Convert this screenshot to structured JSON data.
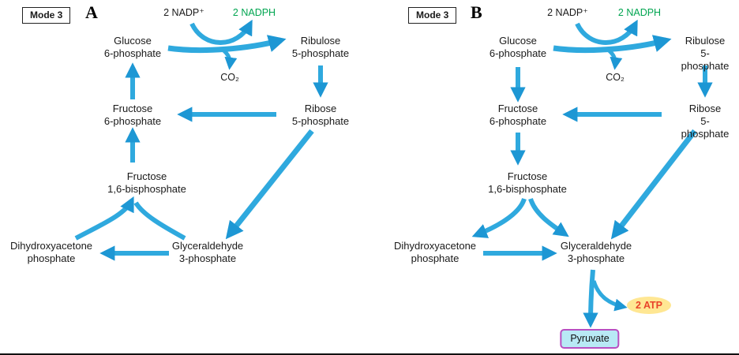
{
  "figure": {
    "panels": [
      {
        "id": "A",
        "mode_label": "Mode 3",
        "panel_letter": "A"
      },
      {
        "id": "B",
        "mode_label": "Mode 3",
        "panel_letter": "B"
      }
    ]
  },
  "labels": {
    "nadp": "2 NADP⁺",
    "nadph": "2 NADPH",
    "co2": "CO₂",
    "atp": "2 ATP",
    "g6p": "Glucose\n6-phosphate",
    "ru5p": "Ribulose\n5-phosphate",
    "r5p": "Ribose\n5-phosphate",
    "f6p": "Fructose\n6-phosphate",
    "f16bp": "Fructose\n1,6-bisphosphate",
    "dhap": "Dihydroxyacetone\nphosphate",
    "g3p": "Glyceraldehyde\n3-phosphate",
    "pyruvate": "Pyruvate"
  },
  "colors": {
    "arrow_blue": "#2fa9de",
    "arrowhead_blue": "#1d97d4",
    "nadph_green": "#00a550",
    "atp_text_red": "#e8432a",
    "atp_bubble_yellow": "#ffe793",
    "pyruvate_fill": "#b8e9f5",
    "pyruvate_border": "#b94fc1",
    "text_black": "#1a1a1a"
  }
}
